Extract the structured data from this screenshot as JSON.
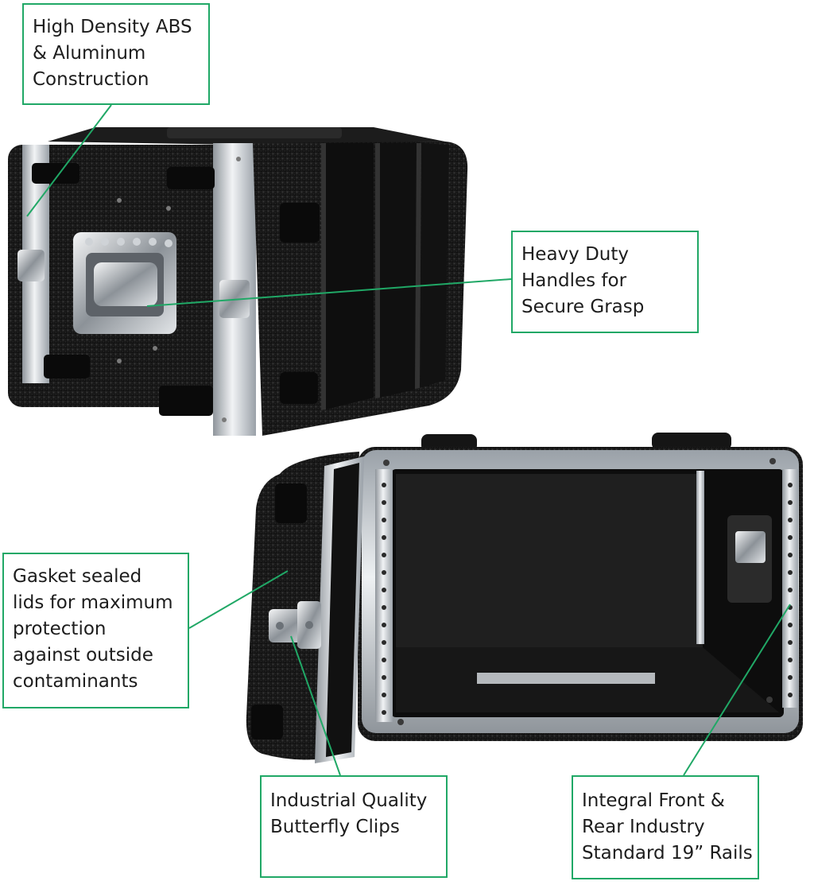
{
  "image": {
    "subject": "Rack case product diagram",
    "accent_color": "#20a866",
    "case_color": "#141414",
    "trim_color": "#c9ccd0"
  },
  "callouts": [
    {
      "id": "abs",
      "lines": [
        "High Density ABS",
        "& Aluminum",
        "Construction"
      ]
    },
    {
      "id": "handles",
      "lines": [
        "Heavy Duty",
        "Handles for",
        "Secure Grasp"
      ]
    },
    {
      "id": "gasket",
      "lines": [
        "Gasket sealed",
        "lids for maximum",
        "protection",
        "against outside",
        "contaminants"
      ]
    },
    {
      "id": "clips",
      "lines": [
        "Industrial Quality",
        "Butterfly Clips"
      ]
    },
    {
      "id": "rails",
      "lines": [
        "Integral Front &",
        "Rear Industry",
        "Standard 19” Rails"
      ]
    }
  ]
}
